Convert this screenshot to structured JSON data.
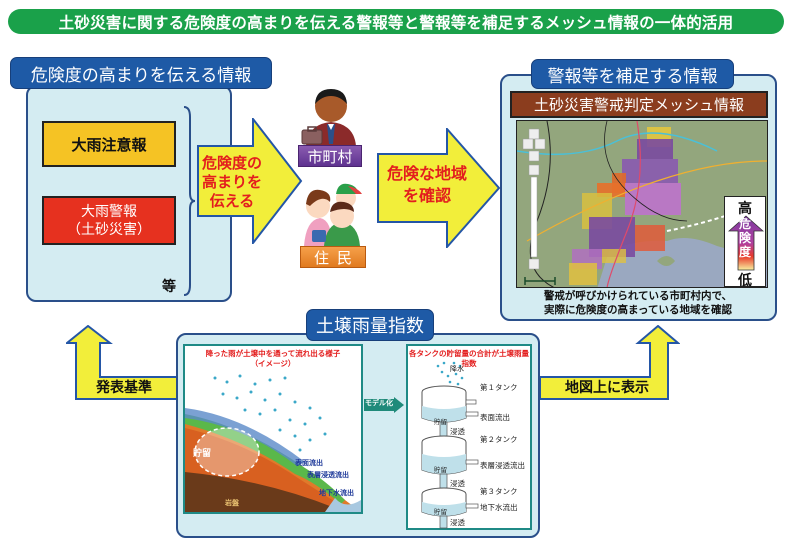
{
  "title": "土砂災害に関する危険度の高まりを伝える警報等と警報等を補足するメッシュ情報の一体的活用",
  "left_panel": {
    "tab": "危険度の高まりを伝える情報",
    "advisory": "大雨注意報",
    "warning_line1": "大雨警報",
    "warning_line2": "（土砂災害）",
    "etc": "等"
  },
  "arrow1": {
    "lines": [
      "危険度の",
      "高まりを",
      "伝える"
    ]
  },
  "persons": {
    "city": "市町村",
    "resident": "住民"
  },
  "arrow2": {
    "lines": [
      "危険な地域",
      "を確認"
    ]
  },
  "right_panel": {
    "tab": "警報等を補足する情報",
    "mesh_title": "土砂災害警戒判定メッシュ情報",
    "legend": {
      "high": "高",
      "danger": [
        "危",
        "険",
        "度"
      ],
      "low": "低"
    },
    "caption_line1": "警戒が呼びかけられている市町村内で、",
    "caption_line2": "実際に危険度の高まっている地域を確認"
  },
  "bottom_panel": {
    "tab": "土壌雨量指数",
    "left_diagram": {
      "title_line1": "降った雨が土壌中を通って流れ出る様子",
      "title_line2": "（イメージ）",
      "storage": "貯留",
      "surface_runoff": "表面流出",
      "subsurface_runoff": "表層浸透流出",
      "groundwater_runoff": "地下水流出",
      "bedrock": "岩盤"
    },
    "model_label": "モデル化",
    "right_diagram": {
      "title": "各タンクの貯留量の合計が土壌雨量指数",
      "precip": "降水",
      "tank1": "第１タンク",
      "tank2": "第２タンク",
      "tank3": "第３タンク",
      "storage": "貯留",
      "infiltration": "浸透",
      "surface_runoff": "表面流出",
      "subsurface_runoff": "表層浸透流出",
      "groundwater_runoff": "地下水流出"
    }
  },
  "left_arrow_label": "発表基準",
  "right_arrow_label": "地図上に表示",
  "colors": {
    "banner_green": "#1aa14a",
    "tab_blue": "#1e5aa6",
    "panel_bg": "#d4ecf2",
    "arrow_yellow": "#f2ee3a",
    "advisory_yellow": "#f5c324",
    "warning_red": "#e6311f",
    "mesh_brown": "#8b3d1e"
  }
}
